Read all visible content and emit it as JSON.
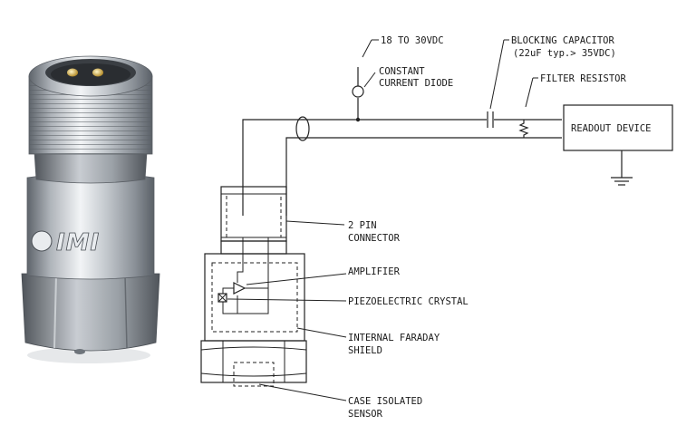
{
  "photo": {
    "logo_text": "IMI"
  },
  "labels": {
    "supply": "18 TO 30VDC",
    "diode_line1": "CONSTANT",
    "diode_line2": "CURRENT DIODE",
    "cap_line1": "BLOCKING CAPACITOR",
    "cap_line2": "(22uF typ.> 35VDC)",
    "filter_resistor": "FILTER RESISTOR",
    "readout": "READOUT DEVICE",
    "connector_line1": "2 PIN",
    "connector_line2": "CONNECTOR",
    "amplifier": "AMPLIFIER",
    "crystal": "PIEZOELECTRIC CRYSTAL",
    "shield_line1": "INTERNAL FARADAY",
    "shield_line2": "SHIELD",
    "case_line1": "CASE ISOLATED",
    "case_line2": "SENSOR"
  },
  "colors": {
    "steel_light": "#eef0f2",
    "steel_mid": "#b9bec4",
    "steel_dark": "#6e747b",
    "line": "#222222"
  }
}
